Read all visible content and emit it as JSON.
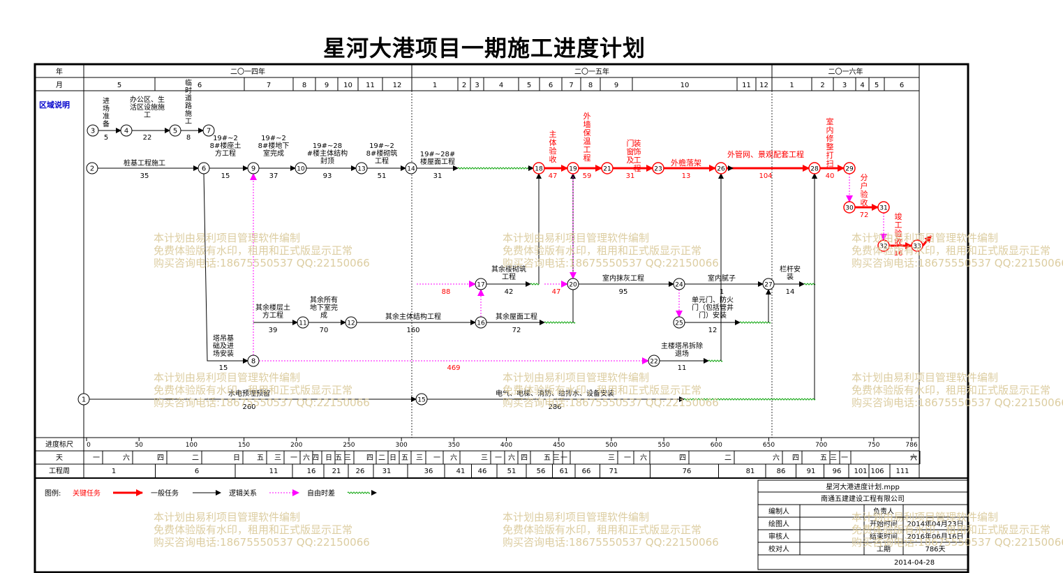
{
  "title": "星河大港项目一期施工进度计划",
  "colors": {
    "critical": "#ff0000",
    "normal": "#000000",
    "logic": "#ff00ff",
    "float": "#00a000",
    "watermark": "#d9c897"
  },
  "header": {
    "year_label": "年",
    "month_label": "月",
    "years": [
      "二〇一四年",
      "二〇一五年",
      "二〇一六年"
    ],
    "months": [
      "5",
      "6",
      "7",
      "8",
      "9",
      "10",
      "11",
      "12",
      "1",
      "2",
      "3",
      "4",
      "5",
      "6",
      "7",
      "8",
      "9",
      "10",
      "11",
      "12",
      "1",
      "2",
      "3",
      "4",
      "5",
      "6"
    ]
  },
  "region_label": "区域说明",
  "bottom": {
    "scale_label": "进度标尺",
    "scale_ticks": [
      "0",
      "50",
      "100",
      "150",
      "200",
      "250",
      "300",
      "350",
      "400",
      "450",
      "500",
      "550",
      "600",
      "650",
      "700",
      "750",
      "786"
    ],
    "day_label": "天",
    "days": [
      "一",
      "六",
      "四",
      "二",
      "日",
      "五",
      "三",
      "一",
      "六",
      "四",
      "日",
      "五",
      "三",
      "四",
      "二",
      "日",
      "五",
      "三",
      "一",
      "六",
      "三",
      "一",
      "六",
      "四",
      "五",
      "三",
      "一",
      "三",
      "一",
      "六",
      "四",
      "二",
      "六",
      "四",
      "五",
      "三",
      "一",
      "一",
      "六"
    ],
    "week_label": "工程周",
    "weeks": [
      "1",
      "6",
      "11",
      "16",
      "21",
      "26",
      "31",
      "36",
      "41",
      "46",
      "51",
      "56",
      "61",
      "66",
      "71",
      "76",
      "81",
      "86",
      "91",
      "96",
      "101",
      "106",
      "111"
    ]
  },
  "nodes": [
    "1",
    "2",
    "3",
    "4",
    "5",
    "6",
    "7",
    "8",
    "9",
    "10",
    "11",
    "12",
    "13",
    "14",
    "15",
    "16",
    "17",
    "18",
    "19",
    "20",
    "21",
    "22",
    "23",
    "24",
    "25",
    "26",
    "27",
    "28",
    "29",
    "30",
    "31",
    "32",
    "33"
  ],
  "tasks": [
    {
      "name": "进场准备",
      "duration": "5"
    },
    {
      "name": "办公区、生活区设施施工",
      "duration": "22"
    },
    {
      "name": "临时道路施工",
      "duration": "8"
    },
    {
      "name": "桩基工程施工",
      "duration": "35"
    },
    {
      "name": "19#~28#楼座土方工程",
      "duration": "15"
    },
    {
      "name": "19#~28#楼地下室完成",
      "duration": "37"
    },
    {
      "name": "19#~28#楼主体结构封顶",
      "duration": "93"
    },
    {
      "name": "19#~28#楼砌筑工程",
      "duration": "51"
    },
    {
      "name": "19#~28#楼屋面工程",
      "duration": "31"
    },
    {
      "name": "主体验收",
      "duration": "47"
    },
    {
      "name": "外墙保温工程",
      "duration": "59"
    },
    {
      "name": "门窗及装饰工程",
      "duration": "31"
    },
    {
      "name": "外檐落架",
      "duration": "13"
    },
    {
      "name": "外管网、景观配套工程",
      "duration": "104"
    },
    {
      "name": "室内修整打扫",
      "duration": "40"
    },
    {
      "name": "分户验收",
      "duration": "72"
    },
    {
      "name": "竣工验收",
      "duration": "16"
    },
    {
      "name": "其余楼砌筑工程",
      "duration": "42"
    },
    {
      "name": "室内抹灰工程",
      "duration": "95"
    },
    {
      "name": "室内腻子",
      "duration": "1"
    },
    {
      "name": "栏杆安装",
      "duration": "14"
    },
    {
      "name": "其余楼层土方工程",
      "duration": "39"
    },
    {
      "name": "其余所有地下室完成",
      "duration": "70"
    },
    {
      "name": "其余主体结构工程",
      "duration": "160"
    },
    {
      "name": "其余屋面工程",
      "duration": "72"
    },
    {
      "name": "单元门、防火门（包括管井门）安装",
      "duration": "12"
    },
    {
      "name": "塔吊基础及进场安装",
      "duration": "15"
    },
    {
      "name": "主楼塔吊拆除退场",
      "duration": "11"
    },
    {
      "name": "水电预埋预留",
      "duration": "260"
    },
    {
      "name": "电气、电梯、消防、给排水、设备安装",
      "duration": "286"
    }
  ],
  "free_floats": [
    "88",
    "47",
    "469"
  ],
  "legend": {
    "label": "图例:",
    "critical": "关键任务",
    "normal": "一般任务",
    "logic": "逻辑关系",
    "float": "自由时差"
  },
  "info": {
    "file": "星河大港进度计划.mpp",
    "company": "南通五建建设工程有限公司",
    "editor_label": "编制人",
    "owner_label": "负责人",
    "drawer_label": "绘图人",
    "start_label": "开始时间",
    "start_value": "2014年04月23日",
    "checker_label": "审核人",
    "end_label": "结束时间",
    "end_value": "2016年06月16日",
    "proof_label": "校对人",
    "duration_label": "工期",
    "duration_value": "786天",
    "date": "2014-04-28"
  },
  "watermark": {
    "line1": "本计划由易利项目管理软件编制",
    "line2": "免费体验版有水印，租用和正式版显示正常",
    "line3": "购买咨询电话:18675550537 QQ:22150066"
  }
}
